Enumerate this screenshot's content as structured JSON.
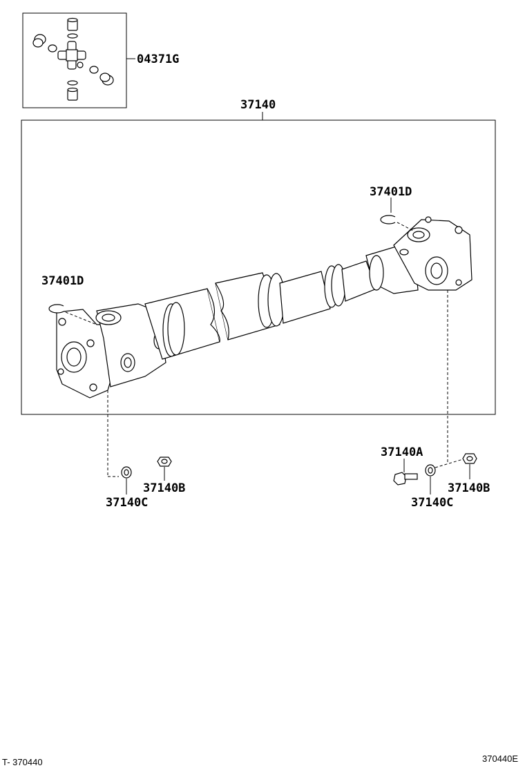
{
  "parts": {
    "spider_kit": "04371G",
    "propeller_shaft": "37140",
    "snap_ring_rear": "37401D",
    "snap_ring_front": "37401D",
    "nut_left": "37140B",
    "washer_left": "37140C",
    "bolt_right": "37140A",
    "nut_right": "37140B",
    "washer_right": "37140C"
  },
  "footer": {
    "left_code": "T- 370440",
    "right_code": "370440E"
  }
}
